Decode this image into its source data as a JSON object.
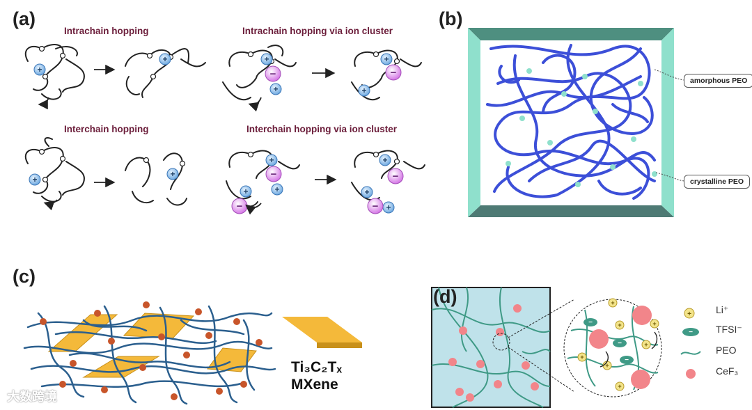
{
  "panels": {
    "a": {
      "label": "(a)",
      "titles": {
        "intrachain": "Intrachain hopping",
        "intrachain_cluster": "Intrachain hopping via ion cluster",
        "interchain": "Interchain hopping",
        "interchain_cluster": "Interchain hopping via ion cluster"
      }
    },
    "b": {
      "label": "(b)",
      "callout_amorphous": "amorphous PEO",
      "callout_crystalline": "crystalline PEO"
    },
    "c": {
      "label": "(c)",
      "material_formula": "Ti₃C₂Tₓ",
      "material_name": "MXene"
    },
    "d": {
      "label": "(d)",
      "legend": [
        {
          "symbol": "li-ion",
          "label": "Li⁺"
        },
        {
          "symbol": "tfsi-ion",
          "label": "TFSI⁻"
        },
        {
          "symbol": "peo-chain",
          "label": "PEO"
        },
        {
          "symbol": "cef3-particle",
          "label": "CeF₃"
        }
      ]
    }
  },
  "watermark": "大数跨境",
  "symbols": {
    "plus": "+",
    "minus": "−"
  },
  "colors": {
    "cation": "#7fb6e8",
    "anion": "#d98be6",
    "peo_blue": "#3f4fd6",
    "frame_teal": "#7fd9c4",
    "mxene": "#f4b93a",
    "cef3": "#f2858a",
    "tfsi": "#3f9a86",
    "li_ion": "#f3e48a",
    "panel_d_bg": "#bfe2ea",
    "dot_c": "#c8552a"
  }
}
